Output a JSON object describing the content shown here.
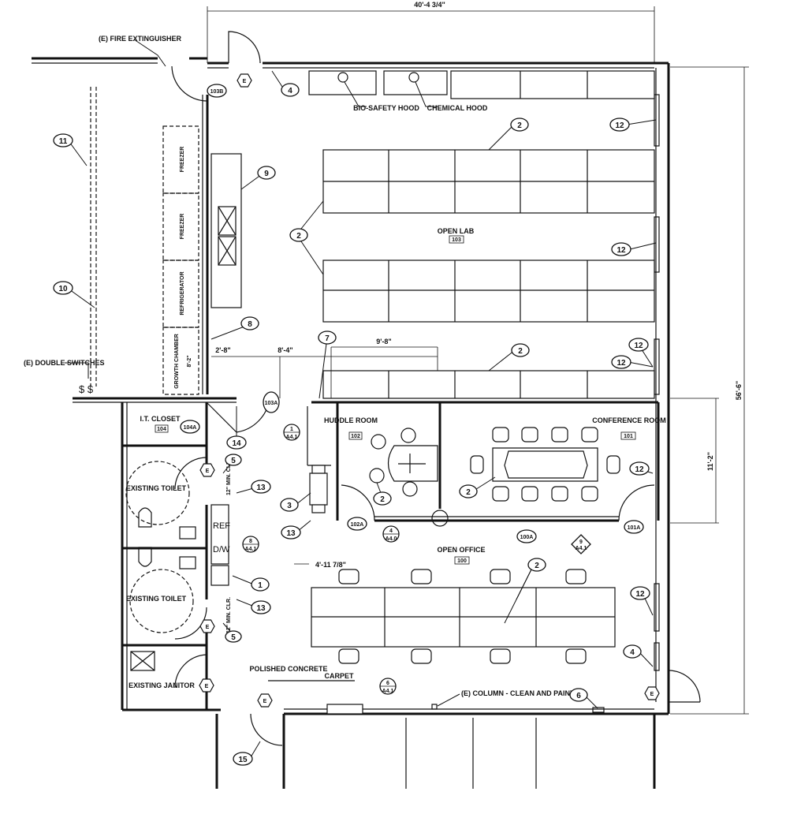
{
  "dimensions": {
    "overall_width": "40'-4 3/4\"",
    "overall_height": "56'-6\"",
    "conference": "11'-2\"",
    "huddle_width": "9'-8\"",
    "corridor_a": "2'-8\"",
    "corridor_b": "8'-4\"",
    "office_offset": "4'-11 7/8\"",
    "growth_chamber": "8'-2\""
  },
  "rooms": {
    "open_lab": {
      "name": "OPEN LAB",
      "number": "103"
    },
    "huddle": {
      "name": "HUDDLE ROOM",
      "number": "102"
    },
    "conference": {
      "name": "CONFERENCE ROOM",
      "number": "101"
    },
    "open_office": {
      "name": "OPEN OFFICE",
      "number": "100"
    },
    "it_closet": {
      "name": "I.T. CLOSET",
      "number": "104"
    },
    "toilet_1": {
      "name": "EXISTING TOILET"
    },
    "toilet_2": {
      "name": "EXISTING TOILET"
    },
    "janitor": {
      "name": "EXISTING JANITOR"
    }
  },
  "equipment": {
    "freezer_1": "FREEZER",
    "freezer_2": "FREEZER",
    "refrigerator": "REFRIGERATOR",
    "growth_chamber": "GROWTH CHAMBER",
    "ref": "REF",
    "dw": "D/W"
  },
  "notes": {
    "bio_safety_hood": "BIO-SAFETY HOOD",
    "chemical_hood": "CHEMICAL HOOD",
    "fire_extinguisher": "(E) FIRE EXTINGUISHER",
    "double_switches": "(E) DOUBLE SWITCHES",
    "column": "(E) COLUMN - CLEAN AND PAINT",
    "polished_concrete": "POLISHED CONCRETE",
    "carpet": "CARPET",
    "clearance": "12\" MIN. CLR."
  },
  "door_tags": {
    "d103b": "103B",
    "d103a": "103A",
    "d104a": "104A",
    "d102a": "102A",
    "d100a": "100A",
    "d101a": "101A"
  },
  "hex_tag": "E",
  "keynotes": [
    "1",
    "2",
    "3",
    "4",
    "5",
    "6",
    "7",
    "8",
    "9",
    "10",
    "11",
    "12",
    "13",
    "14",
    "15"
  ],
  "section_marks": {
    "s1": {
      "num": "1",
      "sheet": "A4.1"
    },
    "s2": {
      "num": "4",
      "sheet": "A4.0"
    },
    "s3": {
      "num": "6",
      "sheet": "A4.1"
    },
    "s4": {
      "num": "8",
      "sheet": "A4.1"
    },
    "s5": {
      "num": "9",
      "sheet": "A4.1"
    }
  }
}
